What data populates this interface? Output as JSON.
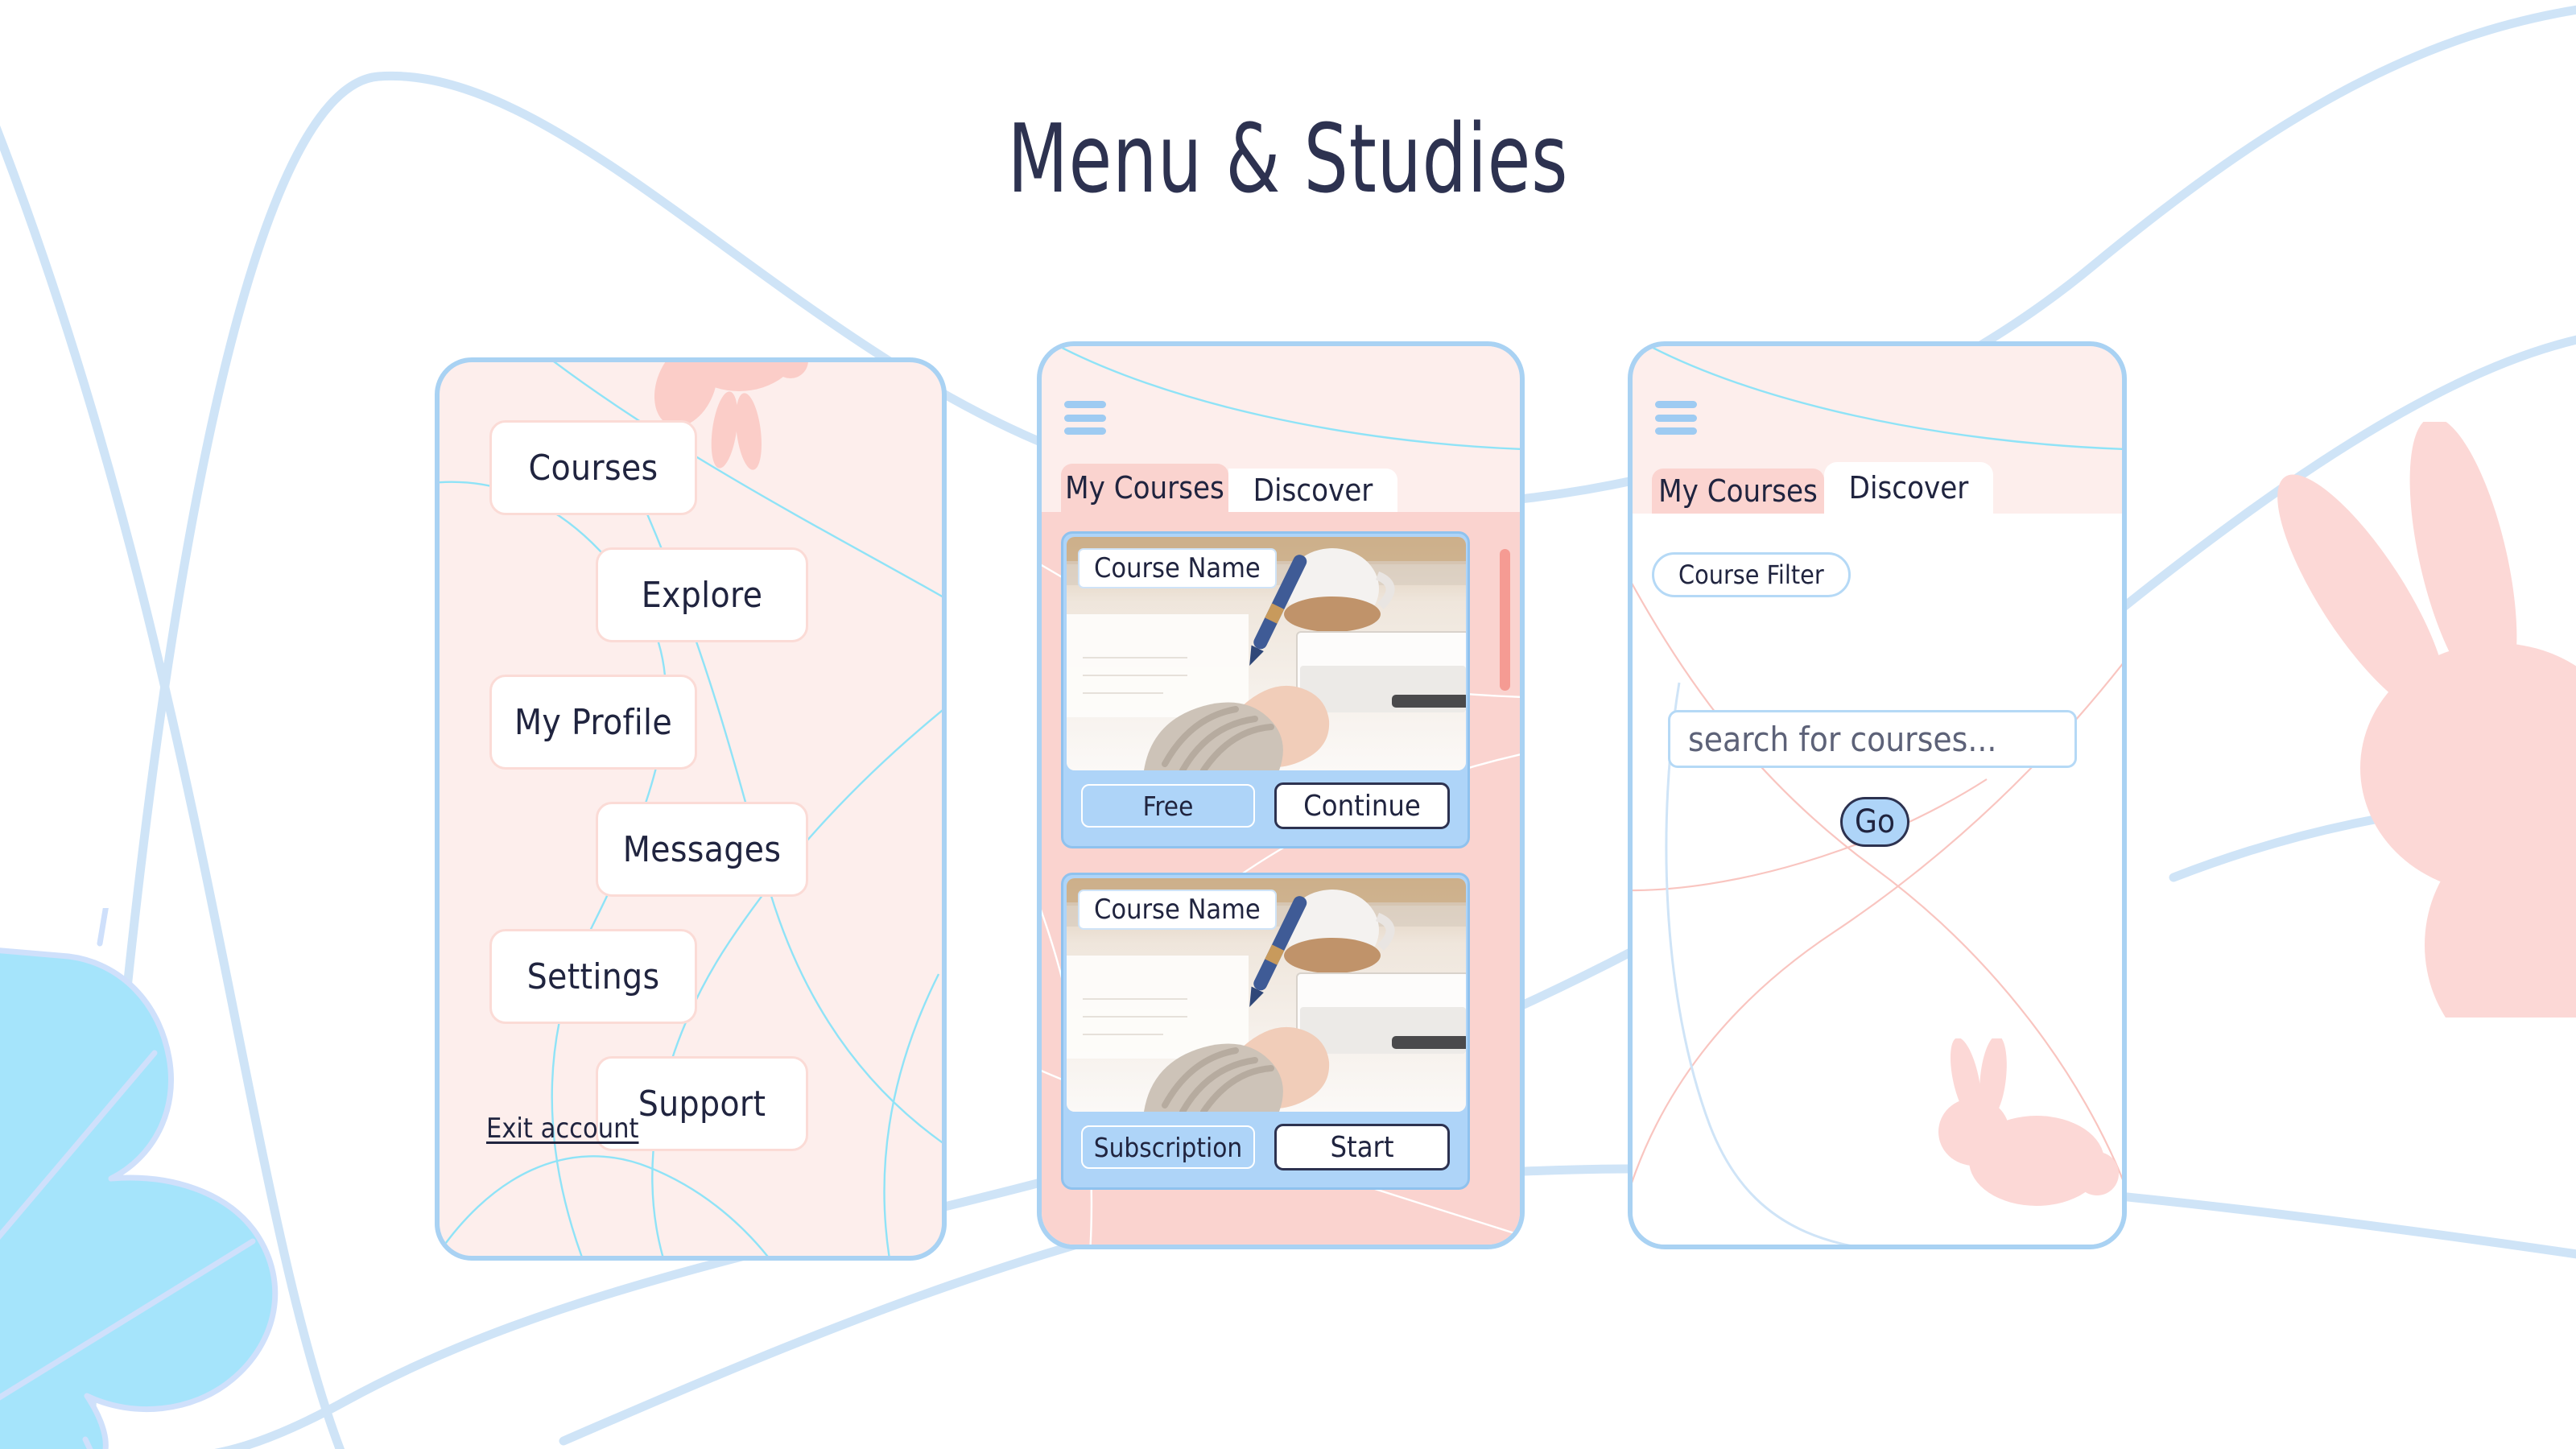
{
  "page": {
    "title": "Menu & Studies",
    "background_color": "#ffffff",
    "accent_blue": "#a9d2f3",
    "accent_pink": "#fad3cf",
    "panel_pink": "#fdeeec",
    "card_blue": "#aed4f8",
    "text_navy": "#20243f"
  },
  "menu_panel": {
    "name": "menu-screen",
    "items": [
      {
        "label": "Courses",
        "side": "left"
      },
      {
        "label": "Explore",
        "side": "right"
      },
      {
        "label": "My Profile",
        "side": "left"
      },
      {
        "label": "Messages",
        "side": "right"
      },
      {
        "label": "Settings",
        "side": "left"
      },
      {
        "label": "Support",
        "side": "right"
      }
    ],
    "exit_link": "Exit account"
  },
  "courses_panel": {
    "name": "my-courses-screen",
    "menu_icon": "hamburger-menu-icon",
    "tabs": [
      {
        "label": "My Courses",
        "active": true
      },
      {
        "label": "Discover",
        "active": false
      }
    ],
    "cards": [
      {
        "title": "Course Name",
        "price_label": "Free",
        "action_label": "Continue",
        "image": "person-writing-with-pen-at-desk"
      },
      {
        "title": "Course Name",
        "price_label": "Subscription",
        "action_label": "Start",
        "image": "person-writing-with-pen-at-desk"
      }
    ],
    "scrollbar": "vertical-scroll-indicator"
  },
  "discover_panel": {
    "name": "discover-screen",
    "menu_icon": "hamburger-menu-icon",
    "tabs": [
      {
        "label": "My Courses",
        "active": false
      },
      {
        "label": "Discover",
        "active": true
      }
    ],
    "filter_label": "Course Filter",
    "search_placeholder": "search for courses...",
    "go_label": "Go"
  },
  "decorations": {
    "leaf": "blue-leaf-illustration",
    "bunny_large": "pink-bunny-silhouette",
    "bunny_small": "pink-bunny-silhouette",
    "bunny_panel": "pink-bunny-silhouette",
    "curves": "soft-blue-curved-lines"
  }
}
